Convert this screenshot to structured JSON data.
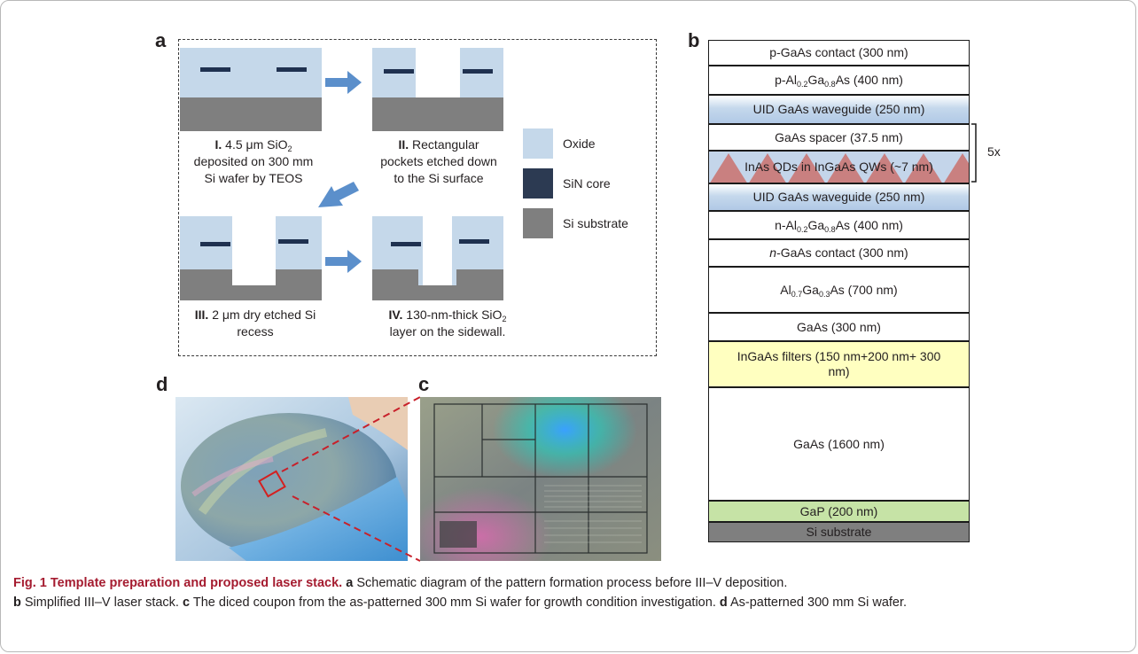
{
  "panel_labels": {
    "a": "a",
    "b": "b",
    "c": "c",
    "d": "d"
  },
  "panel_a": {
    "step1": {
      "num": "I.",
      "line1": "4.5 μm SiO",
      "sub": "2",
      "line2": "deposited on 300 mm",
      "line3": "Si wafer by TEOS"
    },
    "step2": {
      "num": "II.",
      "line1": "Rectangular",
      "line2": "pockets etched down",
      "line3": "to the Si surface"
    },
    "step3": {
      "num": "III.",
      "line1": "2 μm dry etched Si",
      "line2": "recess"
    },
    "step4": {
      "num": "IV.",
      "line1": "130-nm-thick SiO",
      "sub": "2",
      "line2": "layer on the sidewall."
    },
    "legend": [
      {
        "label": "Oxide",
        "color": "#c5d8ea"
      },
      {
        "label": "SiN core",
        "color": "#2c3a52"
      },
      {
        "label": "Si substrate",
        "color": "#7f7f7f"
      }
    ],
    "colors": {
      "oxide": "#c5d8ea",
      "core": "#1f3150",
      "substrate": "#7f7f7f",
      "arrow": "#5b8fcb"
    }
  },
  "panel_b": {
    "layers": [
      {
        "pre": "p-GaAs contact (300 nm)"
      },
      {
        "pre": "p-Al",
        "s1": "0.2",
        "mid": "Ga",
        "s2": "0.8",
        "post": "As (400 nm)"
      },
      {
        "pre": "UID GaAs waveguide (250 nm)"
      },
      {
        "pre": "GaAs spacer (37.5 nm)"
      },
      {
        "pre": "InAs QDs in InGaAs QWs (~7 nm)"
      },
      {
        "pre": "UID GaAs waveguide (250 nm)"
      },
      {
        "pre": "n-Al",
        "s1": "0.2",
        "mid": "Ga",
        "s2": "0.8",
        "post": "As (400 nm)"
      },
      {
        "italic": "n",
        "pre": "-GaAs contact (300 nm)"
      },
      {
        "pre": "Al",
        "s1": "0.7",
        "mid": "Ga",
        "s2": "0.3",
        "post": "As (700 nm)"
      },
      {
        "pre": "GaAs (300 nm)"
      },
      {
        "pre": "InGaAs filters (150 nm+200 nm+ 300 nm)"
      },
      {
        "pre": "GaAs (1600 nm)"
      },
      {
        "pre": "GaP (200 nm)"
      },
      {
        "pre": "Si substrate"
      }
    ],
    "repeat_label": "5x",
    "colors": {
      "filter": "#ffffc0",
      "gap": "#c6e3a6",
      "si": "#7f7f7f",
      "qd_triangle": "#c98080"
    }
  },
  "caption": {
    "fig": "Fig. 1 Template preparation and proposed laser stack.",
    "a_label": "a",
    "a_text": "Schematic diagram of the pattern formation process before III–V deposition.",
    "b_label": "b",
    "b_text": "Simplified III–V laser stack.",
    "c_label": "c",
    "c_text": "The diced coupon from the as-patterned 300 mm Si wafer for growth condition investigation.",
    "d_label": "d",
    "d_text": "As-patterned 300 mm Si wafer."
  }
}
